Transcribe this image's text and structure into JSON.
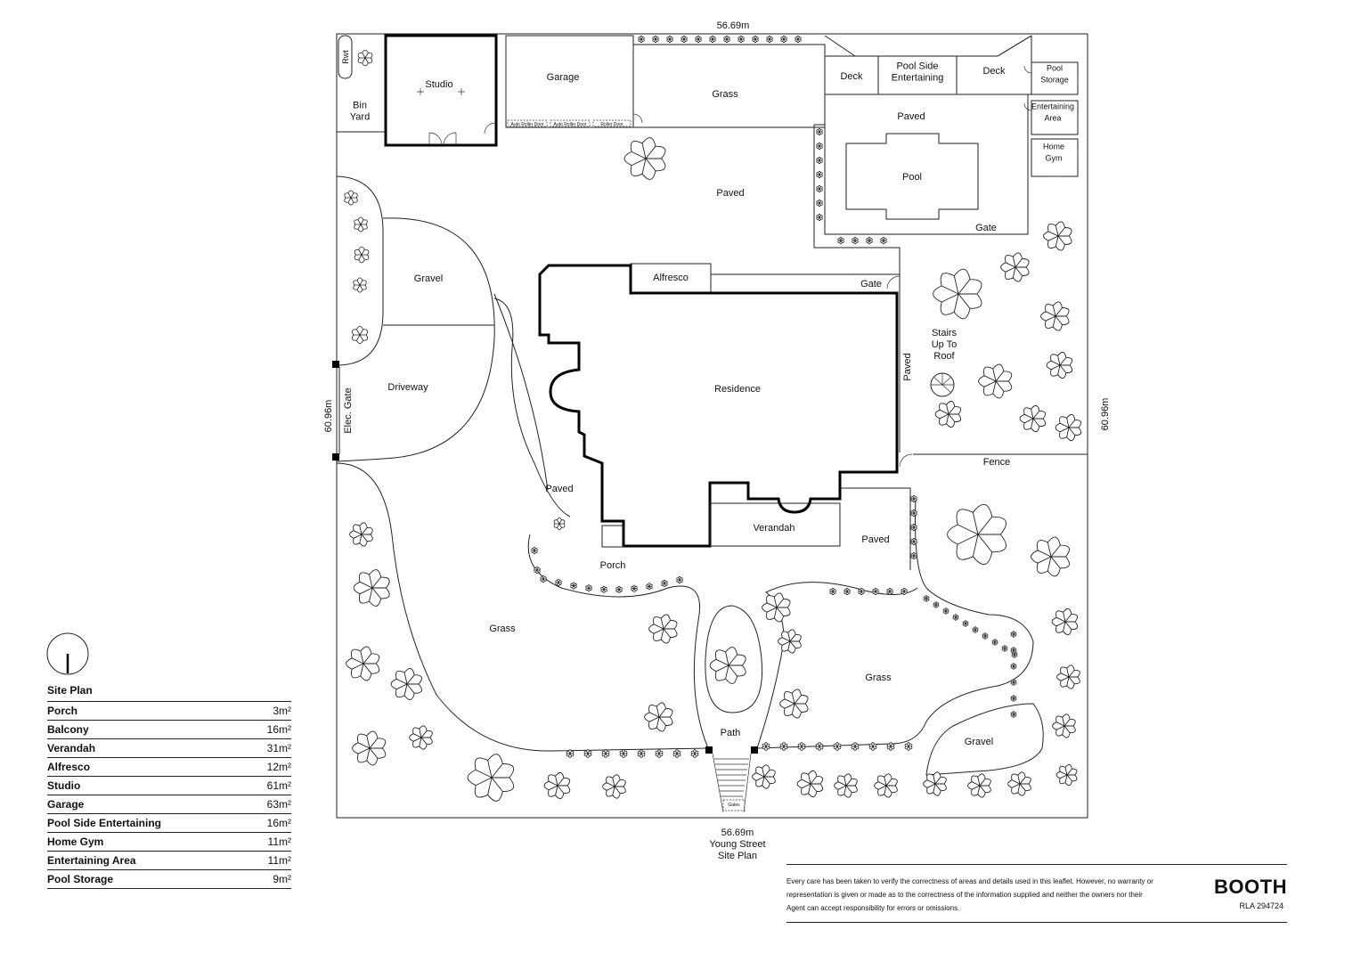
{
  "frontage_label": "56.69m",
  "rear_label": "56.69m",
  "side_left_label": "60.96m",
  "side_right_label": "60.96m",
  "street_name": "Young Street",
  "plan_title": "Site Plan",
  "areas": {
    "rwt": "Rwt",
    "bin_yard": "Bin\nYard",
    "studio": "Studio",
    "garage": "Garage",
    "roller_door": "Auto Roller Door",
    "roller_door_3": "Roller Door",
    "grass_top": "Grass",
    "deck_left": "Deck",
    "pool_side": "Pool Side\nEntertaining",
    "deck_right": "Deck",
    "pool_storage": "Pool\nStorage",
    "entertaining_area": "Entertaining\nArea",
    "home_gym": "Home\nGym",
    "paved_pool": "Paved",
    "pool": "Pool",
    "gate_pool": "Gate",
    "paved_top": "Paved",
    "gravel_left": "Gravel",
    "driveway": "Driveway",
    "elec_gate": "Elec. Gate",
    "alfresco": "Alfresco",
    "gate_side": "Gate",
    "residence": "Residence",
    "paved_side": "Paved",
    "stairs": "Stairs\nUp To\nRoof",
    "fence": "Fence",
    "paved_left": "Paved",
    "verandah": "Verandah",
    "paved_front": "Paved",
    "porch": "Porch",
    "grass_left": "Grass",
    "grass_right": "Grass",
    "gravel_right": "Gravel",
    "path": "Path",
    "gates": "Gates"
  },
  "schedule": {
    "title": "Site Plan",
    "rows": [
      {
        "name": "Porch",
        "area": "3m²"
      },
      {
        "name": "Balcony",
        "area": "16m²"
      },
      {
        "name": "Verandah",
        "area": "31m²"
      },
      {
        "name": "Alfresco",
        "area": "12m²"
      },
      {
        "name": "Studio",
        "area": "61m²"
      },
      {
        "name": "Garage",
        "area": "63m²"
      },
      {
        "name": "Pool Side Entertaining",
        "area": "16m²"
      },
      {
        "name": "Home Gym",
        "area": "11m²"
      },
      {
        "name": "Entertaining Area",
        "area": "11m²"
      },
      {
        "name": "Pool Storage",
        "area": "9m²"
      }
    ]
  },
  "disclaimer": "Every care has been taken to verify the correctness of areas and details used in this leaflet. However, no warranty or representation is given or made as to the correctness of the information supplied and neither the owners nor their Agent can accept responsibility for errors or omissions.",
  "brand": "BOOTH",
  "license": "RLA 294724",
  "icons": [
    "north-arrow-icon",
    "tree-icon",
    "shrub-icon",
    "spiral-stairs-icon"
  ]
}
